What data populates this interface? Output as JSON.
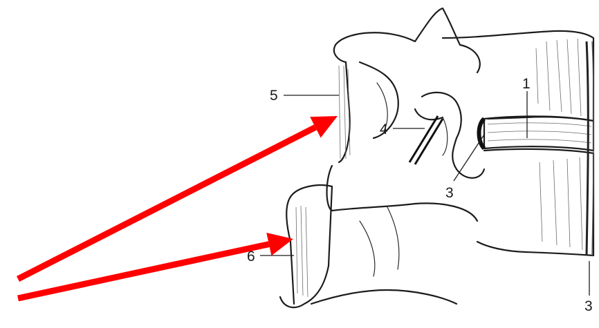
{
  "labels": {
    "l1": "1",
    "l3_disc": "3",
    "l3_edge": "3",
    "l4": "4",
    "l5": "5",
    "l6": "6"
  },
  "colors": {
    "arrow": "#ff0000",
    "ink": "#1b1b1b",
    "background": "#ffffff"
  }
}
